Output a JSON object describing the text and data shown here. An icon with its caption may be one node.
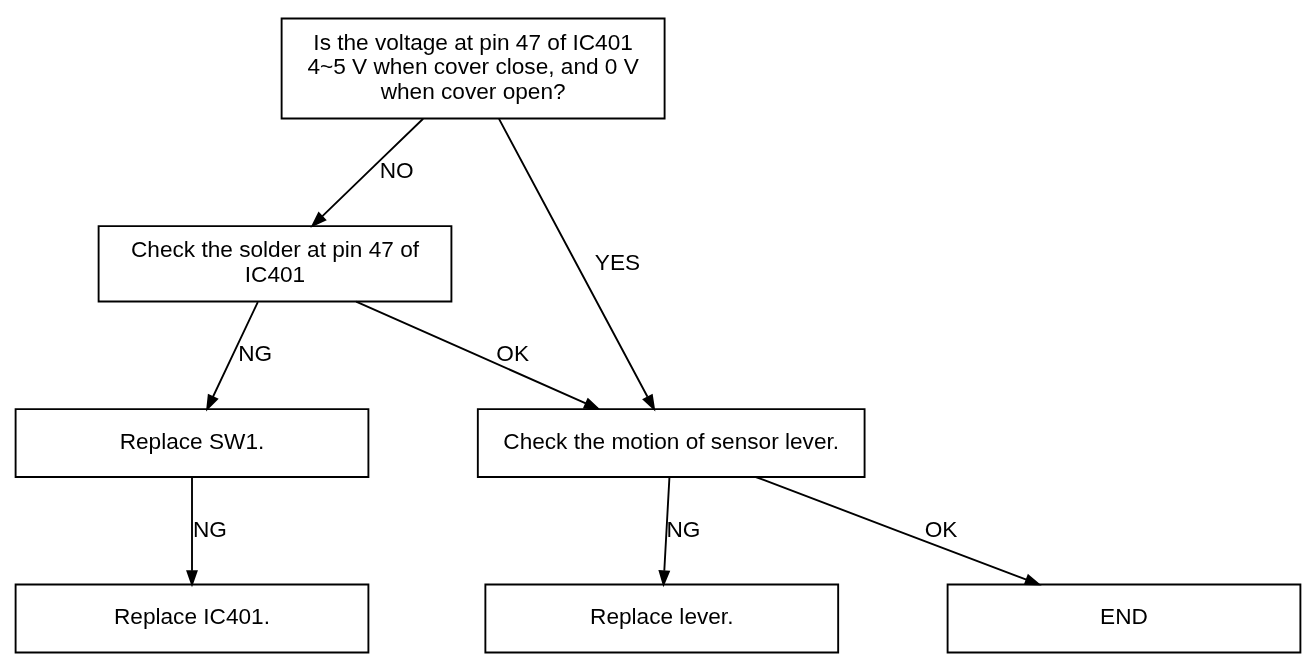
{
  "diagram": {
    "nodes": [
      {
        "text": [
          "Is the voltage at pin 47 of IC401 4~5 V when cover close, and 0 V when cover open?"
        ]
      },
      {
        "text": [
          "Check the solder at pin 47 of IC401"
        ]
      },
      {
        "text": [
          "Check the motion of sensor lever."
        ]
      },
      {
        "text": [
          "END"
        ]
      },
      {
        "text": [
          "Replace lever."
        ]
      },
      {
        "text": [
          "Replace SW1."
        ]
      },
      {
        "text": [
          "Replace IC401."
        ]
      }
    ],
    "edges": [
      {
        "from": 0,
        "to": 1,
        "arrow": "to",
        "label": "NO"
      },
      {
        "from": 0,
        "to": 2,
        "arrow": "to",
        "label": "YES"
      },
      {
        "from": 1,
        "to": 2,
        "arrow": "to",
        "label": "OK"
      },
      {
        "from": 2,
        "to": 3,
        "arrow": "to",
        "label": "OK"
      },
      {
        "from": 2,
        "to": 4,
        "arrow": "to",
        "label": "NG"
      },
      {
        "from": 1,
        "to": 5,
        "arrow": "to",
        "label": "NG"
      },
      {
        "from": 5,
        "to": 6,
        "arrow": "to",
        "label": "NG"
      }
    ]
  }
}
